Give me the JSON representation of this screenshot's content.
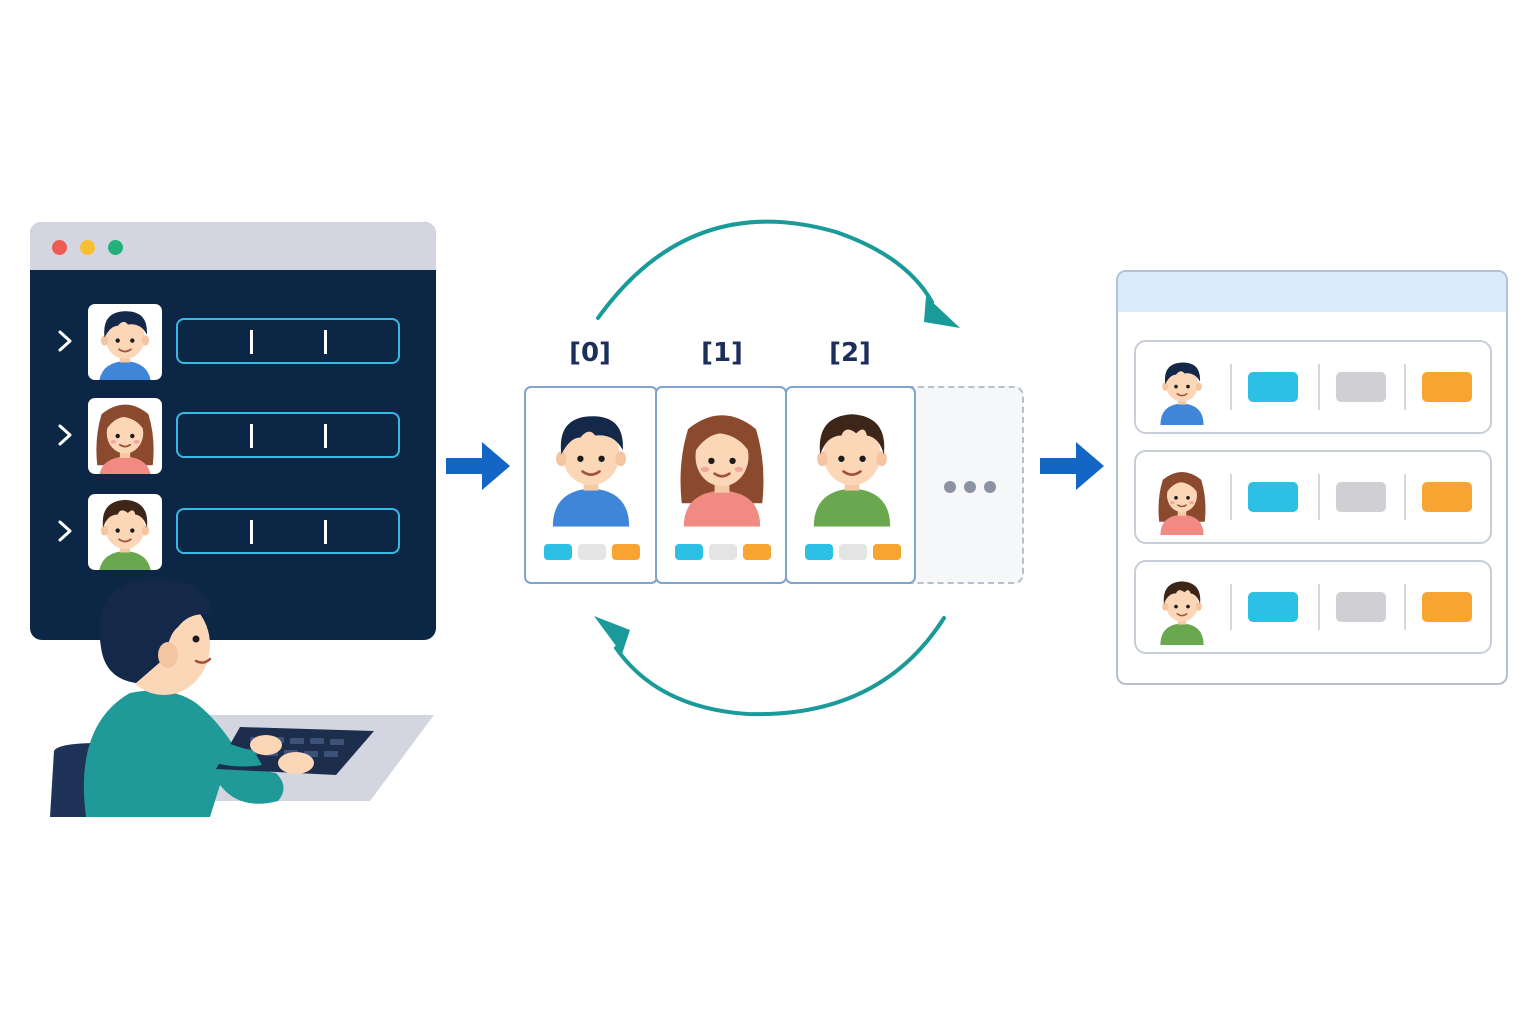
{
  "terminal": {
    "window_dots": [
      "#ee5b52",
      "#f7c033",
      "#23b07a"
    ],
    "rows": [
      {
        "avatar": "boy-blue-shirt-avatar",
        "chevron": "chevron-right-icon"
      },
      {
        "avatar": "girl-pink-shirt-avatar",
        "chevron": "chevron-right-icon"
      },
      {
        "avatar": "boy-green-shirt-avatar",
        "chevron": "chevron-right-icon"
      }
    ]
  },
  "array": {
    "slots": [
      {
        "index_label": "[0]",
        "avatar": "boy-blue-shirt-avatar"
      },
      {
        "index_label": "[1]",
        "avatar": "girl-pink-shirt-avatar"
      },
      {
        "index_label": "[2]",
        "avatar": "boy-green-shirt-avatar"
      }
    ],
    "overflow": "ellipsis-icon",
    "chip_colors": [
      "#2bc0e4",
      "#e4e4e4",
      "#f7a433"
    ]
  },
  "result": {
    "cards": [
      {
        "avatar": "boy-blue-shirt-avatar"
      },
      {
        "avatar": "girl-pink-shirt-avatar"
      },
      {
        "avatar": "boy-green-shirt-avatar"
      }
    ],
    "chip_colors": [
      "#2bc0e4",
      "#d0d0d4",
      "#f7a433"
    ]
  },
  "colors": {
    "loop_arrow": "#1b9a9a",
    "flow_arrow": "#1466c6",
    "shirt_blue": "#3f86d8",
    "shirt_pink": "#f08a82",
    "shirt_green": "#6aa84f",
    "hair_dark": "#14284a",
    "hair_brown": "#8b4a2e",
    "hair_dark_brown": "#3d2518"
  }
}
